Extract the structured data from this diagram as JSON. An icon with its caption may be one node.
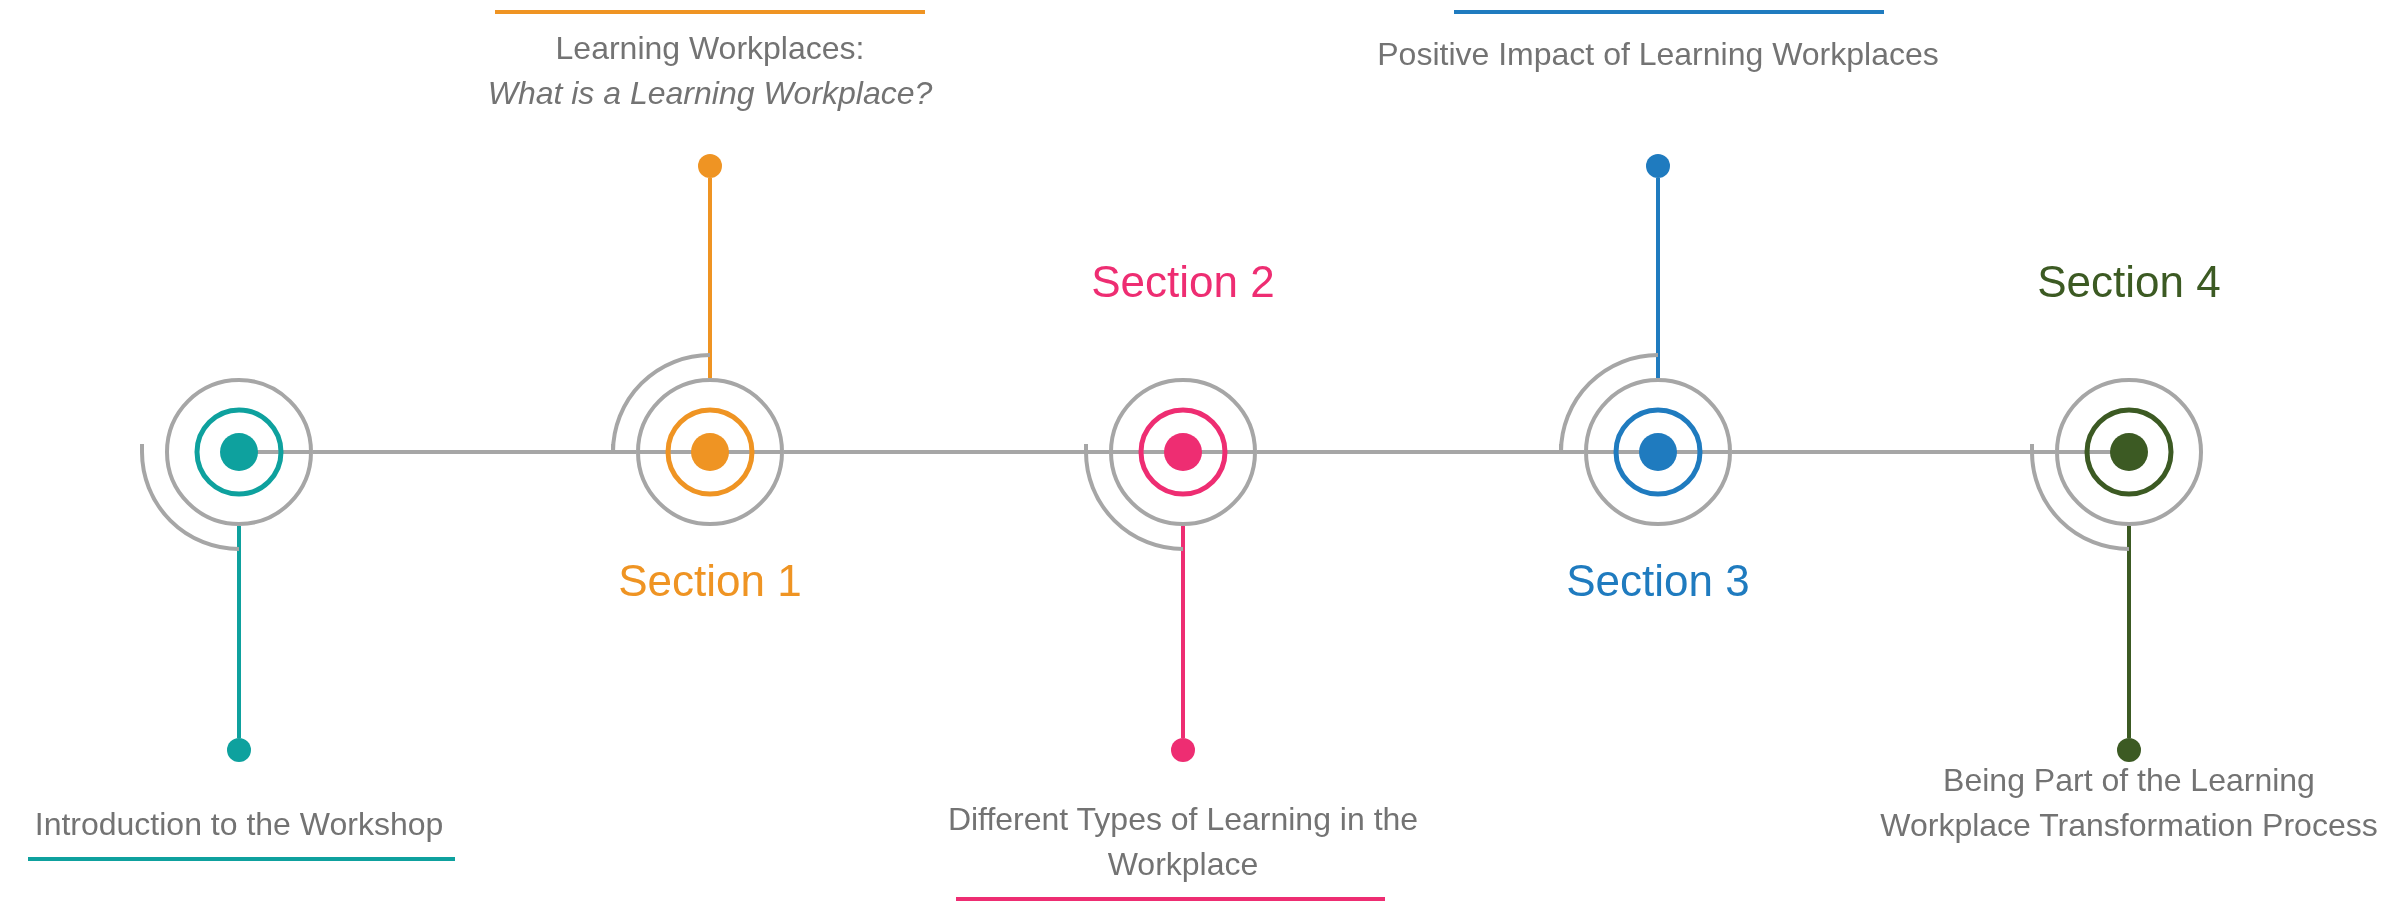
{
  "diagram": {
    "nodes": [
      {
        "text": [],
        "shape": "circle"
      },
      {
        "text": [],
        "shape": "circle",
        "beside": [
          "Section 1"
        ]
      },
      {
        "text": [],
        "shape": "circle",
        "beside": [
          "Section 2"
        ]
      },
      {
        "text": [],
        "shape": "circle",
        "beside": [
          "Section 3"
        ]
      },
      {
        "text": [],
        "shape": "circle",
        "beside": [
          "Section 4"
        ]
      },
      {
        "text": [],
        "shape": "circle",
        "beside": [
          "Introduction to the Workshop"
        ]
      },
      {
        "text": [],
        "shape": "circle",
        "beside": [
          "Learning Workplaces:",
          "What is a Learning Workplace?"
        ]
      },
      {
        "text": [],
        "shape": "circle",
        "beside": [
          "Different Types of Learning in the Workplace"
        ]
      },
      {
        "text": [],
        "shape": "circle",
        "beside": [
          "Positive Impact of Learning Workplaces"
        ]
      },
      {
        "text": [],
        "shape": "circle",
        "beside": [
          "Being Part of the Learning Workplace Transformation Process"
        ]
      }
    ],
    "edges": [
      {
        "from": 0,
        "to": 1,
        "arrow": "none"
      },
      {
        "from": 1,
        "to": 2,
        "arrow": "none"
      },
      {
        "from": 2,
        "to": 3,
        "arrow": "none"
      },
      {
        "from": 3,
        "to": 4,
        "arrow": "none"
      },
      {
        "from": 0,
        "to": 5,
        "arrow": "none",
        "color": "#0ea19e"
      },
      {
        "from": 1,
        "to": 6,
        "arrow": "none",
        "color": "#ef9423"
      },
      {
        "from": 2,
        "to": 7,
        "arrow": "none",
        "color": "#ee2d72"
      },
      {
        "from": 3,
        "to": 8,
        "arrow": "none",
        "color": "#1f7bbf"
      },
      {
        "from": 4,
        "to": 9,
        "arrow": "none",
        "color": "#3c5a23"
      }
    ]
  }
}
